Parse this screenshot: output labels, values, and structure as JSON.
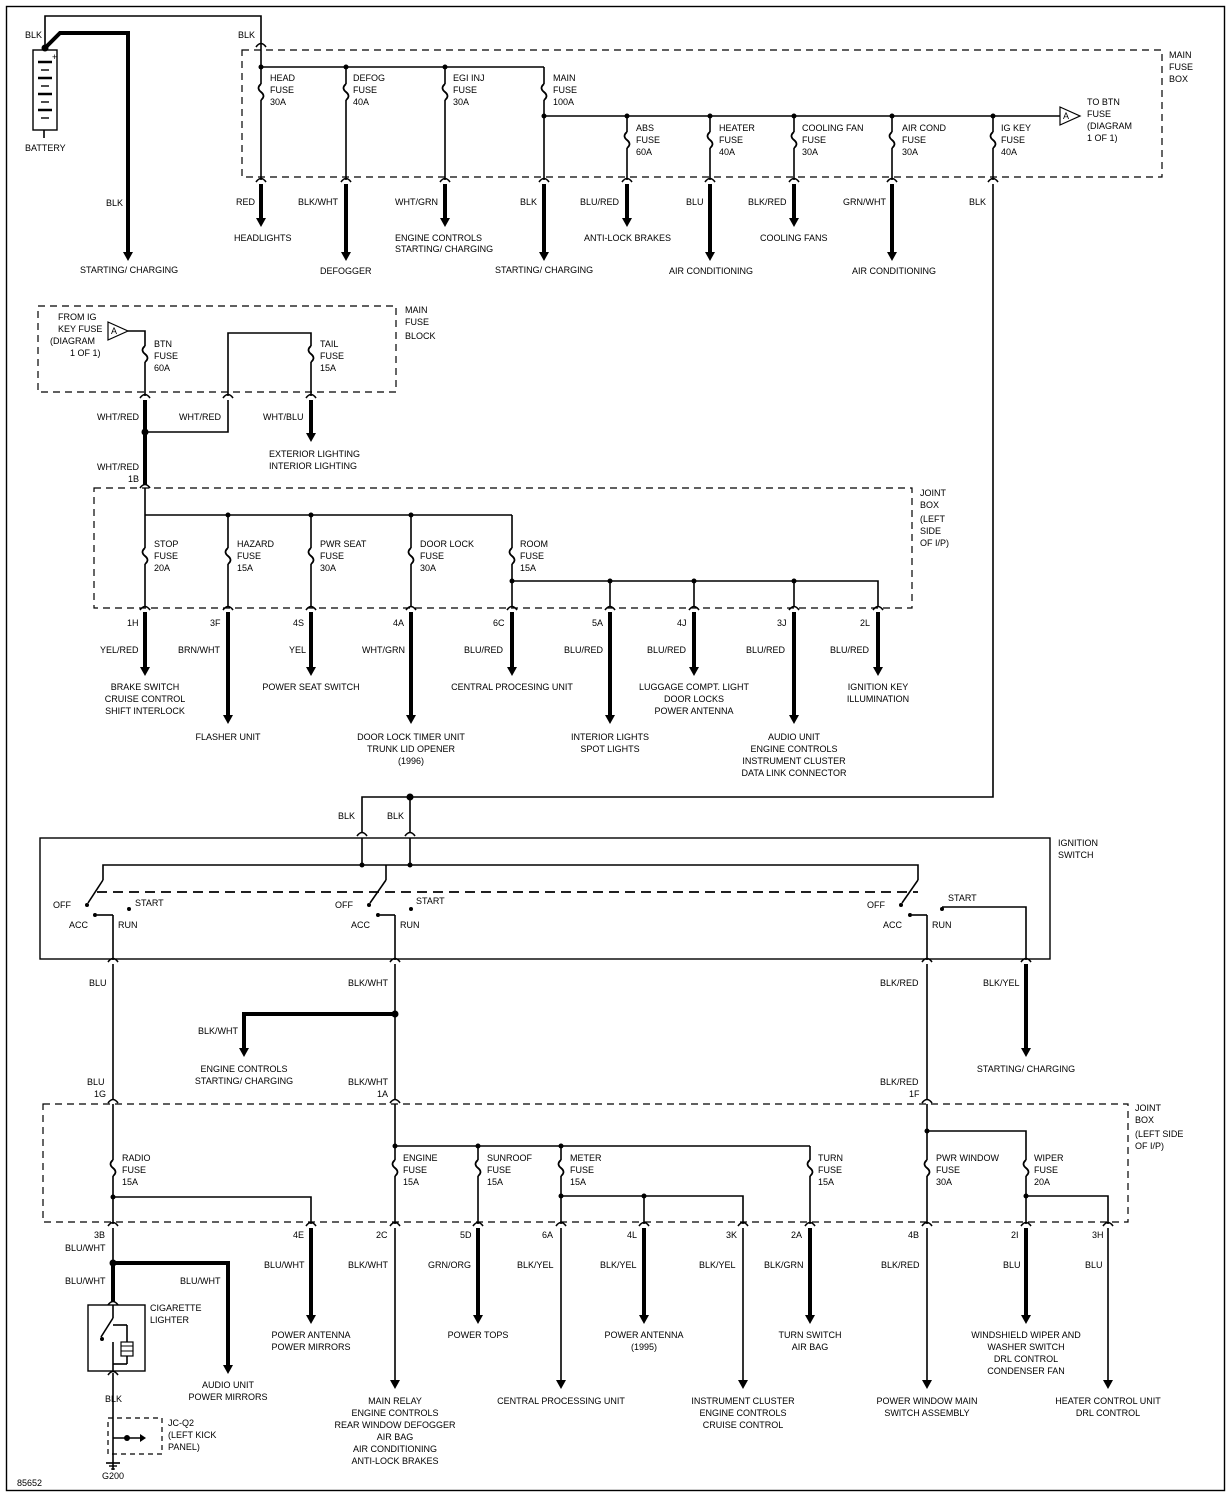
{
  "battery": {
    "label": "BATTERY",
    "wire": "BLK",
    "top_wire": "BLK"
  },
  "main_fuse_box": {
    "label": [
      "MAIN",
      "FUSE",
      "BOX"
    ],
    "fuses": [
      {
        "name": [
          "HEAD",
          "FUSE",
          "30A"
        ],
        "wire": "RED",
        "dest": [
          "HEADLIGHTS"
        ]
      },
      {
        "name": [
          "DEFOG",
          "FUSE",
          "40A"
        ],
        "wire": "BLK/WHT",
        "dest": [
          "DEFOGGER"
        ]
      },
      {
        "name": [
          "EGI INJ",
          "FUSE",
          "30A"
        ],
        "wire": "WHT/GRN",
        "dest": [
          "ENGINE CONTROLS",
          "STARTING/ CHARGING"
        ]
      },
      {
        "name": [
          "MAIN",
          "FUSE",
          "100A"
        ],
        "wire": "BLK",
        "dest": [
          "STARTING/ CHARGING"
        ]
      },
      {
        "name": [
          "ABS",
          "FUSE",
          "60A"
        ],
        "wire": "BLU/RED",
        "dest": [
          "ANTI-LOCK BRAKES"
        ]
      },
      {
        "name": [
          "HEATER",
          "FUSE",
          "40A"
        ],
        "wire": "BLU",
        "dest": [
          "AIR CONDITIONING"
        ]
      },
      {
        "name": [
          "COOLING FAN",
          "FUSE",
          "30A"
        ],
        "wire": "BLK/RED",
        "dest": [
          "COOLING FANS"
        ]
      },
      {
        "name": [
          "AIR COND",
          "FUSE",
          "30A"
        ],
        "wire": "GRN/WHT",
        "dest": [
          "AIR CONDITIONING"
        ]
      },
      {
        "name": [
          "IG KEY",
          "FUSE",
          "40A"
        ],
        "wire": "BLK",
        "dest": []
      }
    ],
    "battery_wire_dest": [
      "STARTING/ CHARGING"
    ],
    "battery_wire": "BLK",
    "to_btn": [
      "TO BTN",
      "FUSE",
      "(DIAGRAM",
      "1 OF 1)"
    ],
    "connector_letter": "A"
  },
  "main_fuse_block": {
    "label": [
      "MAIN",
      "FUSE",
      "BLOCK"
    ],
    "from": [
      "FROM IG",
      "KEY FUSE",
      "(DIAGRAM",
      "1 OF 1)"
    ],
    "connector_letter": "A",
    "btn": [
      "BTN",
      "FUSE",
      "60A"
    ],
    "tail": [
      "TAIL",
      "FUSE",
      "15A"
    ],
    "wires": [
      "WHT/RED",
      "WHT/RED",
      "WHT/BLU",
      "WHT/RED"
    ],
    "tail_dest": [
      "EXTERIOR LIGHTING",
      "INTERIOR LIGHTING"
    ],
    "entry_pin": "1B"
  },
  "joint_box_1": {
    "label": [
      "JOINT",
      "BOX",
      "(LEFT",
      "SIDE",
      "OF I/P)"
    ],
    "fuses": [
      {
        "name": [
          "STOP",
          "FUSE",
          "20A"
        ]
      },
      {
        "name": [
          "HAZARD",
          "FUSE",
          "15A"
        ]
      },
      {
        "name": [
          "PWR SEAT",
          "FUSE",
          "30A"
        ]
      },
      {
        "name": [
          "DOOR LOCK",
          "FUSE",
          "30A"
        ]
      },
      {
        "name": [
          "ROOM",
          "FUSE",
          "15A"
        ]
      }
    ],
    "outputs": [
      {
        "pin": "1H",
        "wire": "YEL/RED",
        "dest": [
          "BRAKE SWITCH",
          "CRUISE CONTROL",
          "SHIFT INTERLOCK"
        ]
      },
      {
        "pin": "3F",
        "wire": "BRN/WHT",
        "dest": [
          "FLASHER UNIT"
        ]
      },
      {
        "pin": "4S",
        "wire": "YEL",
        "dest": [
          "POWER SEAT SWITCH"
        ]
      },
      {
        "pin": "4A",
        "wire": "WHT/GRN",
        "dest": [
          "DOOR LOCK TIMER UNIT",
          "TRUNK LID OPENER",
          "(1996)"
        ]
      },
      {
        "pin": "6C",
        "wire": "BLU/RED",
        "dest": [
          "CENTRAL PROCESING UNIT"
        ]
      },
      {
        "pin": "5A",
        "wire": "BLU/RED",
        "dest": [
          "INTERIOR LIGHTS",
          "SPOT LIGHTS"
        ]
      },
      {
        "pin": "4J",
        "wire": "BLU/RED",
        "dest": [
          "LUGGAGE COMPT. LIGHT",
          "DOOR LOCKS",
          "POWER ANTENNA"
        ]
      },
      {
        "pin": "3J",
        "wire": "BLU/RED",
        "dest": [
          "AUDIO UNIT",
          "ENGINE CONTROLS",
          "INSTRUMENT CLUSTER",
          "DATA LINK CONNECTOR"
        ]
      },
      {
        "pin": "2L",
        "wire": "BLU/RED",
        "dest": [
          "IGNITION KEY",
          "ILLUMINATION"
        ]
      }
    ]
  },
  "ignition_switch": {
    "label": [
      "IGNITION",
      "SWITCH"
    ],
    "inputs": [
      "BLK",
      "BLK"
    ],
    "positions": {
      "off": "OFF",
      "acc": "ACC",
      "run": "RUN",
      "start": "START"
    },
    "outputs": [
      {
        "wire": "BLU"
      },
      {
        "wire": "BLK/WHT",
        "branch_wire": "BLK/WHT",
        "branch_dest": [
          "ENGINE CONTROLS",
          "STARTING/ CHARGING"
        ]
      },
      {
        "wire": "BLK/RED"
      },
      {
        "wire": "BLK/YEL",
        "dest": [
          "STARTING/ CHARGING"
        ]
      }
    ]
  },
  "joint_box_2": {
    "label": [
      "JOINT",
      "BOX",
      "(LEFT SIDE",
      "OF I/P)"
    ],
    "inputs": [
      {
        "pin": "1G",
        "wire": "BLU"
      },
      {
        "pin": "1A",
        "wire": "BLK/WHT"
      },
      {
        "pin": "1F",
        "wire": "BLK/RED"
      }
    ],
    "fuses": [
      {
        "name": [
          "RADIO",
          "FUSE",
          "15A"
        ]
      },
      {
        "name": [
          "ENGINE",
          "FUSE",
          "15A"
        ]
      },
      {
        "name": [
          "SUNROOF",
          "FUSE",
          "15A"
        ]
      },
      {
        "name": [
          "METER",
          "FUSE",
          "15A"
        ]
      },
      {
        "name": [
          "TURN",
          "FUSE",
          "15A"
        ]
      },
      {
        "name": [
          "PWR WINDOW",
          "FUSE",
          "30A"
        ]
      },
      {
        "name": [
          "WIPER",
          "FUSE",
          "20A"
        ]
      }
    ],
    "outputs": [
      {
        "pin": "3B",
        "wire": "BLU/WHT"
      },
      {
        "pin": "4E",
        "wire": "BLU/WHT",
        "dest": [
          "POWER ANTENNA",
          "POWER MIRRORS"
        ]
      },
      {
        "pin": "2C",
        "wire": "BLK/WHT",
        "dest": [
          "MAIN RELAY",
          "ENGINE CONTROLS",
          "REAR WINDOW DEFOGGER",
          "AIR BAG",
          "AIR CONDITIONING",
          "ANTI-LOCK BRAKES"
        ]
      },
      {
        "pin": "5D",
        "wire": "GRN/ORG",
        "dest": [
          "POWER TOPS"
        ]
      },
      {
        "pin": "6A",
        "wire": "BLK/YEL",
        "dest": [
          "CENTRAL PROCESSING UNIT"
        ]
      },
      {
        "pin": "4L",
        "wire": "BLK/YEL",
        "dest": [
          "POWER ANTENNA",
          "(1995)"
        ]
      },
      {
        "pin": "3K",
        "wire": "BLK/YEL",
        "dest": [
          "INSTRUMENT CLUSTER",
          "ENGINE CONTROLS",
          "CRUISE CONTROL"
        ]
      },
      {
        "pin": "2A",
        "wire": "BLK/GRN",
        "dest": [
          "TURN SWITCH",
          "AIR BAG"
        ]
      },
      {
        "pin": "4B",
        "wire": "BLK/RED",
        "dest": [
          "POWER WINDOW MAIN",
          "SWITCH ASSEMBLY"
        ]
      },
      {
        "pin": "2I",
        "wire": "BLU",
        "dest": [
          "WINDSHIELD WIPER AND",
          "WASHER SWITCH",
          "DRL CONTROL",
          "CONDENSER FAN"
        ]
      },
      {
        "pin": "3H",
        "wire": "BLU",
        "dest": [
          "HEATER CONTROL UNIT",
          "DRL CONTROL"
        ]
      }
    ]
  },
  "lighter": {
    "label": [
      "CIGARETTE",
      "LIGHTER"
    ],
    "wires": [
      "BLU/WHT",
      "BLU/WHT",
      "BLK"
    ],
    "side_dest": [
      "AUDIO UNIT",
      "POWER MIRRORS"
    ],
    "joint": [
      "JC-Q2",
      "(LEFT KICK",
      "PANEL)"
    ],
    "ground": "G200"
  },
  "figure_number": "85652"
}
